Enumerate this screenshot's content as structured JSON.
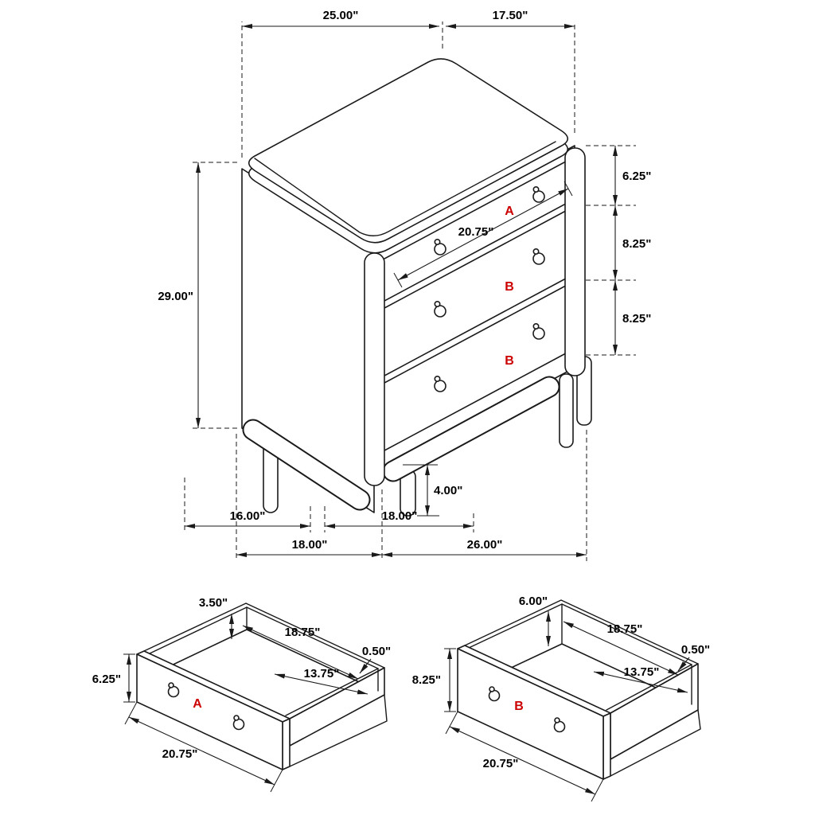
{
  "diagram": {
    "type": "furniture-dimension-drawing",
    "colors": {
      "line": "#1a1a1a",
      "highlight": "#cc0000",
      "background": "#ffffff"
    }
  },
  "main_view": {
    "drawer_labels": {
      "top": "A",
      "middle": "B",
      "bottom": "B"
    },
    "dimensions": {
      "top_width": "25.00\"",
      "top_depth": "17.50\"",
      "body_height": "29.00\"",
      "top_drawer_height": "6.25\"",
      "middle_drawer_height": "8.25\"",
      "bottom_drawer_height": "8.25\"",
      "drawer_face_width": "20.75\"",
      "leg_height": "4.00\"",
      "leg_span_depth": "16.00\"",
      "leg_span_width": "18.00\"",
      "base_depth": "18.00\"",
      "base_width": "26.00\""
    }
  },
  "drawer_a_view": {
    "label": "A",
    "dimensions": {
      "side_height": "3.50\"",
      "inner_width": "18.75\"",
      "wall_thickness": "0.50\"",
      "front_height": "6.25\"",
      "inner_depth": "13.75\"",
      "front_width": "20.75\""
    }
  },
  "drawer_b_view": {
    "label": "B",
    "dimensions": {
      "side_height": "6.00\"",
      "inner_width": "18.75\"",
      "wall_thickness": "0.50\"",
      "front_height": "8.25\"",
      "inner_depth": "13.75\"",
      "front_width": "20.75\""
    }
  }
}
